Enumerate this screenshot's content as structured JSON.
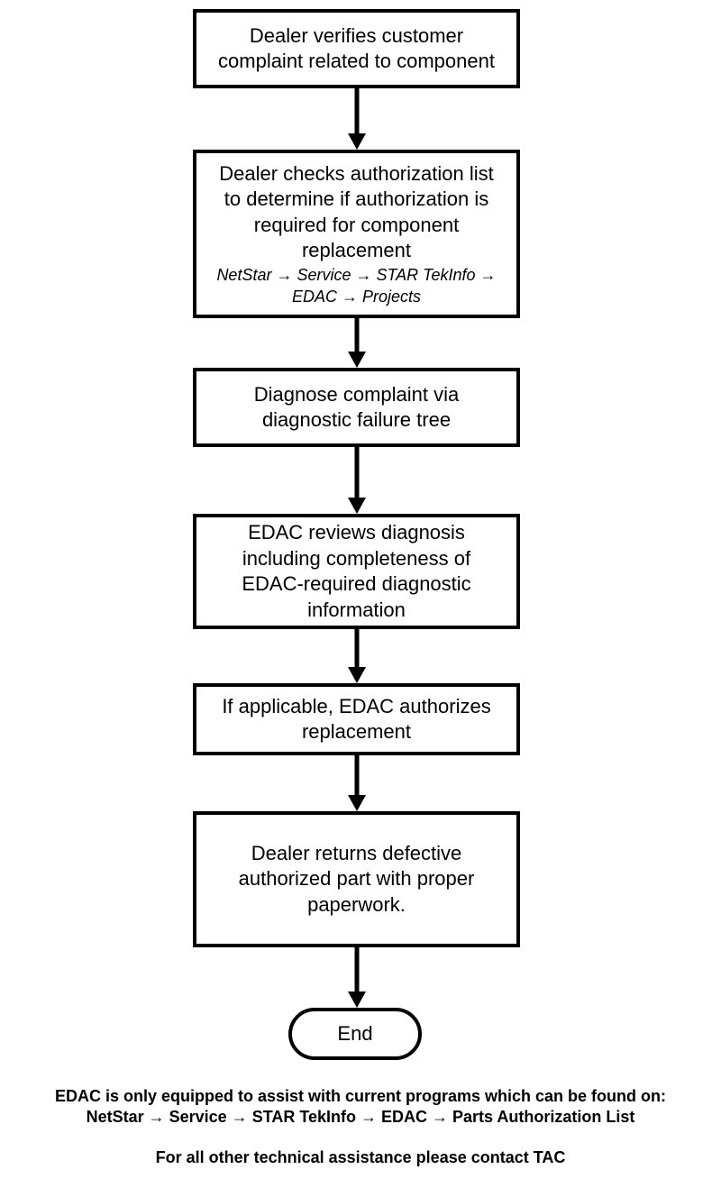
{
  "steps": [
    {
      "lines": [
        "Dealer verifies customer",
        "complaint related to component"
      ],
      "path": []
    },
    {
      "lines": [
        "Dealer checks authorization list",
        "to determine if authorization is",
        "required for component",
        "replacement"
      ],
      "path": [
        "NetStar → Service → STAR TekInfo →",
        "EDAC → Projects"
      ]
    },
    {
      "lines": [
        "Diagnose complaint via",
        "diagnostic failure tree"
      ],
      "path": []
    },
    {
      "lines": [
        "EDAC reviews diagnosis",
        "including completeness of",
        "EDAC-required diagnostic",
        "information"
      ],
      "path": []
    },
    {
      "lines": [
        "If applicable, EDAC authorizes",
        "replacement"
      ],
      "path": []
    },
    {
      "lines": [
        "Dealer returns defective",
        "authorized part with proper",
        "paperwork."
      ],
      "path": []
    }
  ],
  "end_label": "End",
  "footer": {
    "note_lines": [
      "EDAC is only equipped to assist with current programs which can be found on:",
      "NetStar → Service → STAR TekInfo → EDAC → Parts Authorization List"
    ],
    "contact": "For all other technical assistance please contact TAC"
  }
}
